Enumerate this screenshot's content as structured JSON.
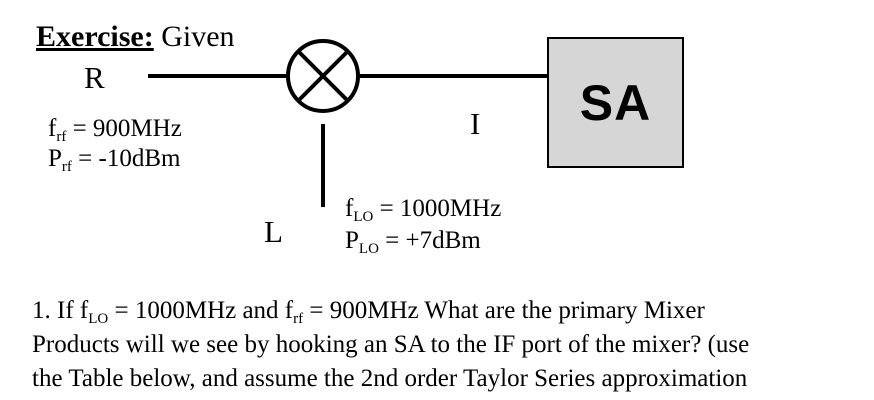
{
  "title": {
    "bold": "Exercise:",
    "rest": " Given"
  },
  "ports": {
    "rf": "R",
    "if": "I",
    "lo": "L"
  },
  "rf_params": {
    "f_main": "f",
    "f_sub": "rf",
    "f_value": " = 900MHz",
    "p_main": "P",
    "p_sub": "rf",
    "p_value": " = -10dBm"
  },
  "lo_params": {
    "f_main": "f",
    "f_sub": "LO",
    "f_value": " = 1000MHz",
    "p_main": "P",
    "p_sub": "LO",
    "p_value": " = +7dBm"
  },
  "analyzer": {
    "label": "SA"
  },
  "question": {
    "line1_prefix": "1. If   f",
    "line1_sub1": "LO",
    "line1_mid": " = 1000MHz and f",
    "line1_sub2": "rf",
    "line1_suffix": " = 900MHz  What are the primary Mixer",
    "line2": "Products will we see by hooking an SA to the IF port of the mixer? (use",
    "line3": "the Table below, and assume the 2nd order Taylor Series approximation"
  }
}
